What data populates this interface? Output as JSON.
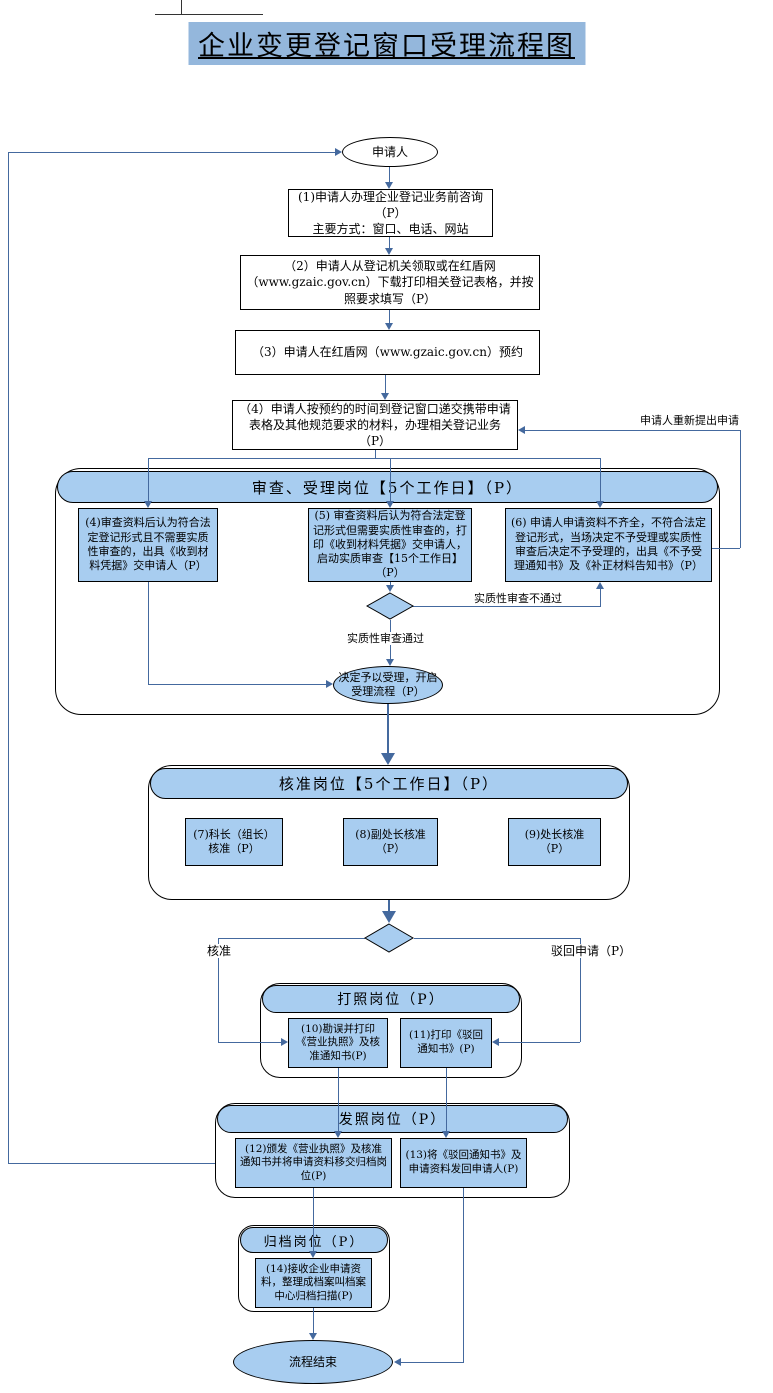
{
  "title": "企业变更登记窗口受理流程图",
  "nodes": {
    "start": "申请人",
    "step1": "(1)申请人办理企业登记业务前咨询（P）\n主要方式：窗口、电话、网站",
    "step2": "（2）申请人从登记机关领取或在红盾网（www.gzaic.gov.cn）下载打印相关登记表格，并按照要求填写（P）",
    "step3": "（3）申请人在红盾网（www.gzaic.gov.cn）预约",
    "step4": "（4）申请人按预约的时间到登记窗口递交携带申请表格及其他规范要求的材料，办理相关登记业务（P）",
    "accept_oval": "决定予以受理，开启受理流程（P）",
    "end": "流程结束"
  },
  "sections": {
    "review": {
      "header": "审查、受理岗位【5个工作日】（P）",
      "box4": "(4)审查资料后认为符合法定登记形式且不需要实质性审查的，出具《收到材料凭据》交申请人（P）",
      "box5": "(5) 审查资料后认为符合法定登记形式但需要实质性审查的，打印《收到材料凭据》交申请人，启动实质审查【15个工作日】（P）",
      "box6": "(6) 申请人申请资料不齐全，不符合法定登记形式，当场决定不予受理或实质性审查后决定不予受理的，出具《不予受理通知书》及《补正材料告知书》（P）"
    },
    "approve": {
      "header": "核准岗位【5个工作日】（P）",
      "box7": "(7)科长（组长）核准（P）",
      "box8": "(8)副处长核准（P）",
      "box9": "(9)处长核准（P）"
    },
    "print": {
      "header": "打照岗位（P）",
      "box10": "(10)勘误并打印《营业执照》及核准通知书(P)",
      "box11": "(11)打印《驳回通知书》(P)"
    },
    "issue": {
      "header": "发照岗位（P）",
      "box12": "(12)颁发《营业执照》及核准通知书并将申请资料移交归档岗位(P)",
      "box13": "(13)将《驳回通知书》及申请资料发回申请人(P)"
    },
    "archive": {
      "header": "归档岗位（P）",
      "box14": "(14)接收企业申请资料，整理成档案叫档案中心归档扫描(P)"
    }
  },
  "labels": {
    "resubmit": "申请人重新提出申请",
    "review_fail": "实质性审查不通过",
    "review_pass": "实质性审查通过",
    "approved": "核准",
    "rejected": "驳回申请（P）"
  },
  "colors": {
    "shape_fill": "#a8cdf0",
    "title_bg": "#94b7dc",
    "line": "#44699e",
    "border": "#000000"
  }
}
